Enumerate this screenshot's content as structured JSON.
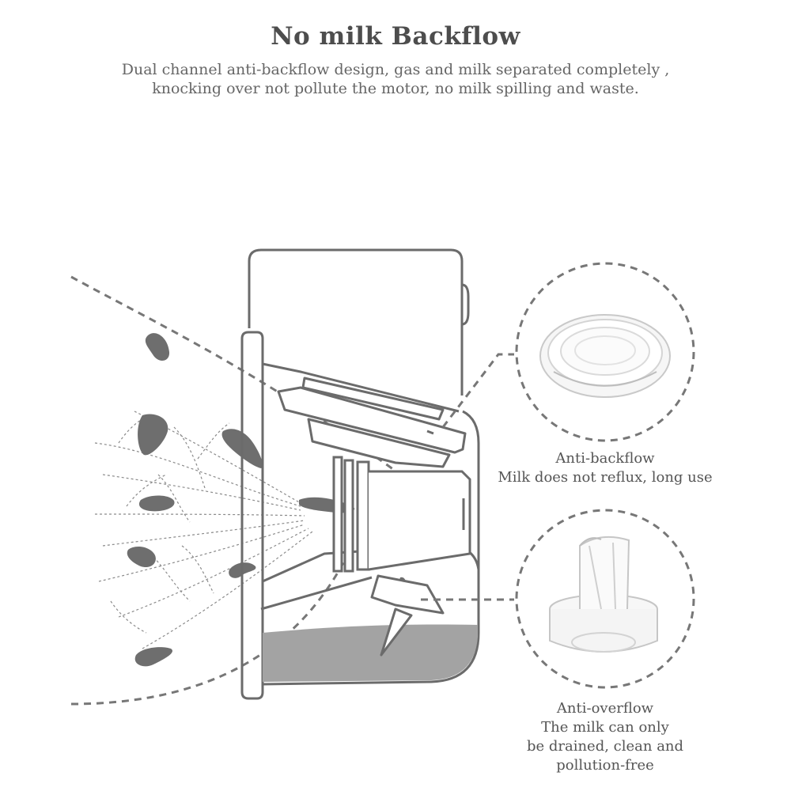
{
  "header": {
    "title": "No milk Backflow",
    "subtitle_line1": "Dual channel anti-backflow design, gas and milk separated completely ,",
    "subtitle_line2": "knocking over not pollute the motor, no milk spilling and waste."
  },
  "callouts": {
    "anti_backflow": {
      "line1": "Anti-backflow",
      "line2": "Milk does not reflux, long use"
    },
    "anti_overflow": {
      "line1": "Anti-overflow",
      "line2": "The milk can only",
      "line3": "be drained, clean and",
      "line4": "pollution-free"
    }
  },
  "colors": {
    "line": "#6b6b6b",
    "dash": "#777777",
    "milk_drop": "#6e6e6e",
    "milk_pool": "#a3a3a3"
  }
}
